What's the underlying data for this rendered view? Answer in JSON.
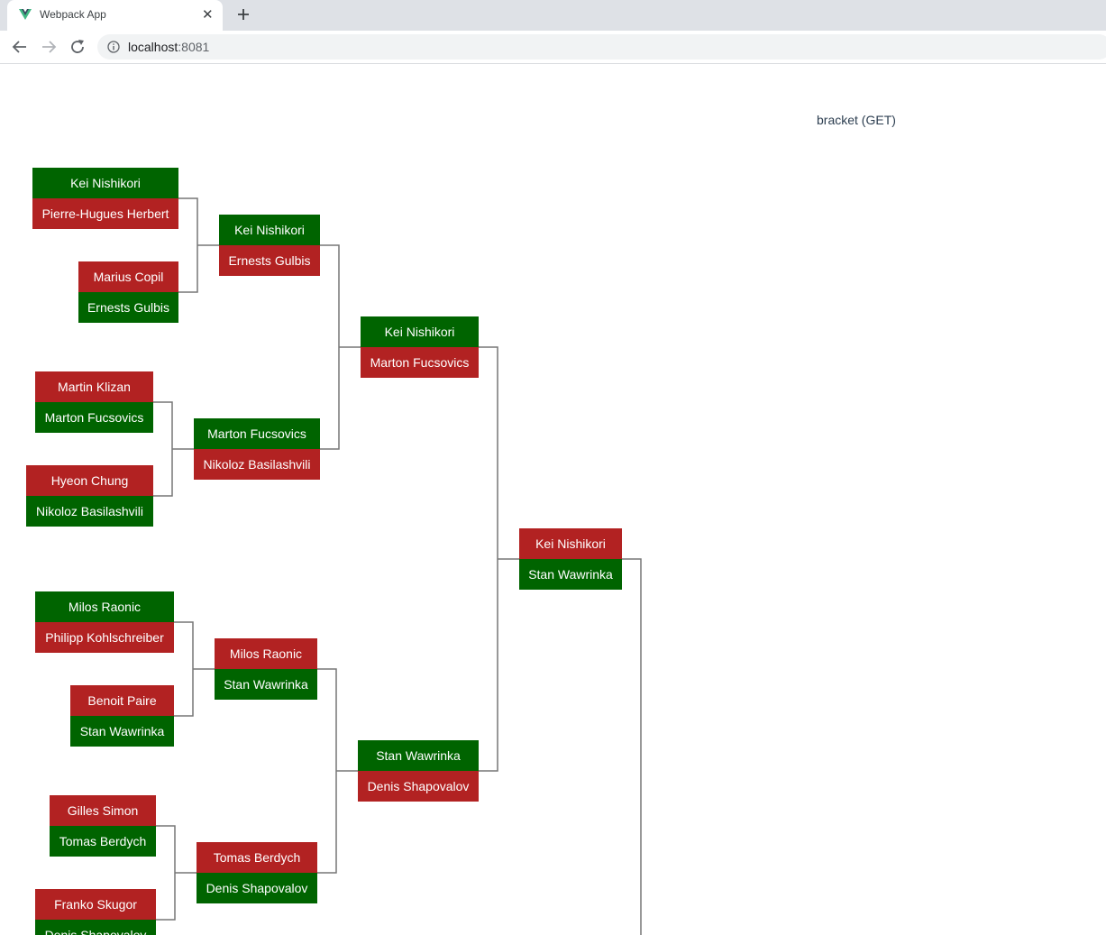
{
  "browser": {
    "tab_title": "Webpack App",
    "url_host": "localhost",
    "url_port": ":8081"
  },
  "page": {
    "label": "bracket (GET)"
  },
  "colors": {
    "winner": "#006400",
    "loser": "#b22222",
    "connector": "#777777"
  },
  "bracket": {
    "round1": [
      {
        "top": "Kei Nishikori",
        "bottom": "Pierre-Hugues Herbert",
        "winner": "top"
      },
      {
        "top": "Marius Copil",
        "bottom": "Ernests Gulbis",
        "winner": "bottom"
      },
      {
        "top": "Martin Klizan",
        "bottom": "Marton Fucsovics",
        "winner": "bottom"
      },
      {
        "top": "Hyeon Chung",
        "bottom": "Nikoloz Basilashvili",
        "winner": "bottom"
      },
      {
        "top": "Milos Raonic",
        "bottom": "Philipp Kohlschreiber",
        "winner": "top"
      },
      {
        "top": "Benoit Paire",
        "bottom": "Stan Wawrinka",
        "winner": "bottom"
      },
      {
        "top": "Gilles Simon",
        "bottom": "Tomas Berdych",
        "winner": "bottom"
      },
      {
        "top": "Franko Skugor",
        "bottom": "Denis Shapovalov",
        "winner": "bottom"
      }
    ],
    "round2": [
      {
        "top": "Kei Nishikori",
        "bottom": "Ernests Gulbis",
        "winner": "top"
      },
      {
        "top": "Marton Fucsovics",
        "bottom": "Nikoloz Basilashvili",
        "winner": "top"
      },
      {
        "top": "Milos Raonic",
        "bottom": "Stan Wawrinka",
        "winner": "bottom"
      },
      {
        "top": "Tomas Berdych",
        "bottom": "Denis Shapovalov",
        "winner": "bottom"
      }
    ],
    "round3": [
      {
        "top": "Kei Nishikori",
        "bottom": "Marton Fucsovics",
        "winner": "top"
      },
      {
        "top": "Stan Wawrinka",
        "bottom": "Denis Shapovalov",
        "winner": "top"
      }
    ],
    "round4": [
      {
        "top": "Kei Nishikori",
        "bottom": "Stan Wawrinka",
        "winner": "bottom"
      }
    ]
  }
}
